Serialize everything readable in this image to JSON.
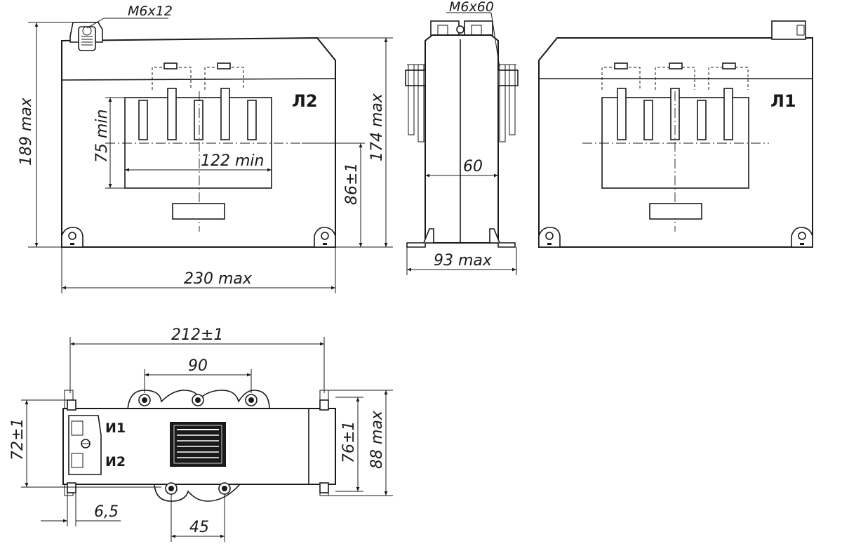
{
  "front_view": {
    "thread_label": "М6х12",
    "terminal_mark": "Л2",
    "dim_height_total": "189 max",
    "dim_window_height": "75 min",
    "dim_window_width": "122 min",
    "dim_axis_height": "86±1",
    "dim_body_height": "174 max",
    "dim_width": "230 max"
  },
  "side_view": {
    "thread_label": "М6х60",
    "dim_inner_width": "60",
    "dim_width": "93 max"
  },
  "rear_view": {
    "terminal_mark": "Л1"
  },
  "top_view": {
    "dim_mount_spacing": "212±1",
    "dim_bolt_pitch_top": "90",
    "dim_bolt_pitch_bottom": "45",
    "dim_hole": "6,5",
    "dim_depth_left": "72±1",
    "dim_depth_right": "76±1",
    "dim_depth_total": "88 max",
    "terminal_1": "И1",
    "terminal_2": "И2"
  },
  "colors": {
    "line": "#1a1a1a",
    "paper": "#ffffff"
  }
}
